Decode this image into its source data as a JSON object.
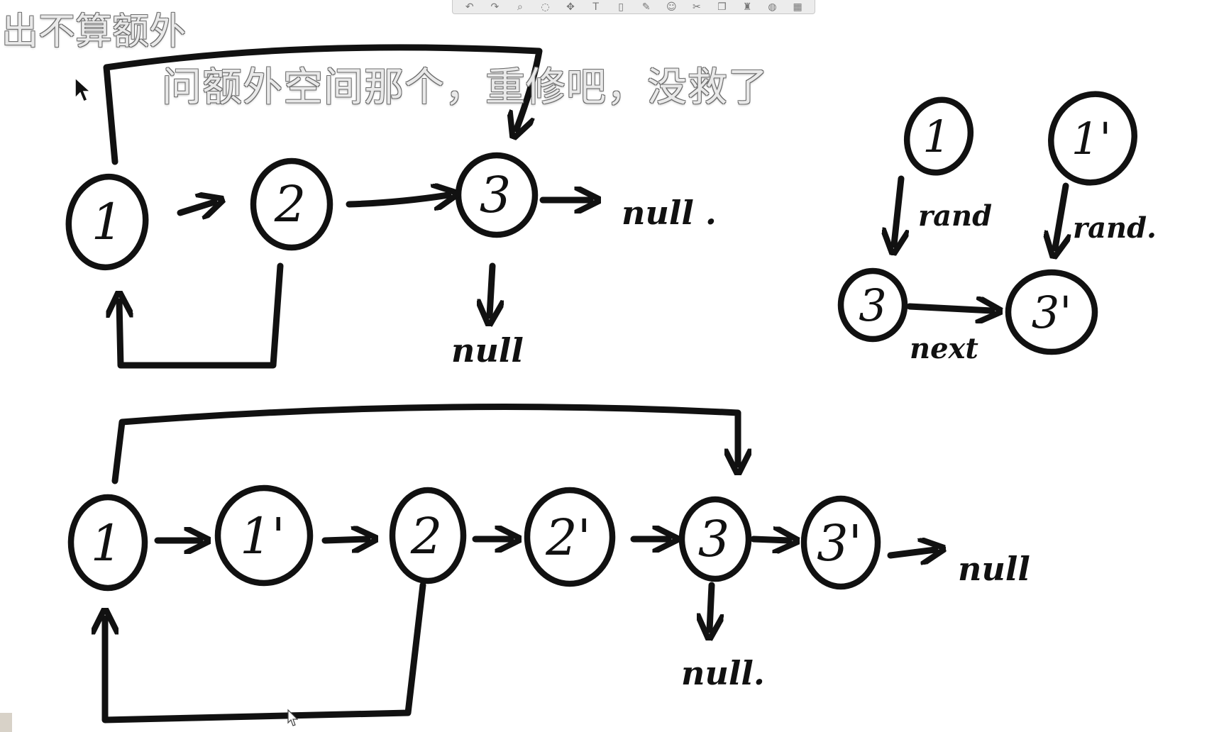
{
  "subtitles": {
    "line1": "出不算额外",
    "line2": "问额外空间那个，重修吧，没救了"
  },
  "toolbar": {
    "icons": [
      "undo-icon",
      "redo-icon",
      "zoom-icon",
      "lasso-icon",
      "move-icon",
      "text-icon",
      "shape-icon",
      "pen-icon",
      "sticker-icon",
      "scissors-icon",
      "copy-icon",
      "stamp-icon",
      "color-wheel-icon",
      "layout-icon"
    ]
  },
  "diagram": {
    "top": {
      "nodes": [
        "1",
        "2",
        "3"
      ],
      "tail_label": "null .",
      "random_null_label": "null"
    },
    "right": {
      "nodes": [
        "1",
        "1'",
        "3",
        "3'"
      ],
      "random_labels": [
        "rand",
        "rand."
      ],
      "next_label": "next"
    },
    "bottom": {
      "nodes": [
        "1",
        "1'",
        "2",
        "2'",
        "3",
        "3'"
      ],
      "tail_label": "null",
      "random_null_label": "null."
    }
  },
  "colors": {
    "ink": "#111111",
    "background": "#ffffff",
    "subtitle_fill": "#e9e9e9",
    "subtitle_outline": "#6d6d6d"
  }
}
